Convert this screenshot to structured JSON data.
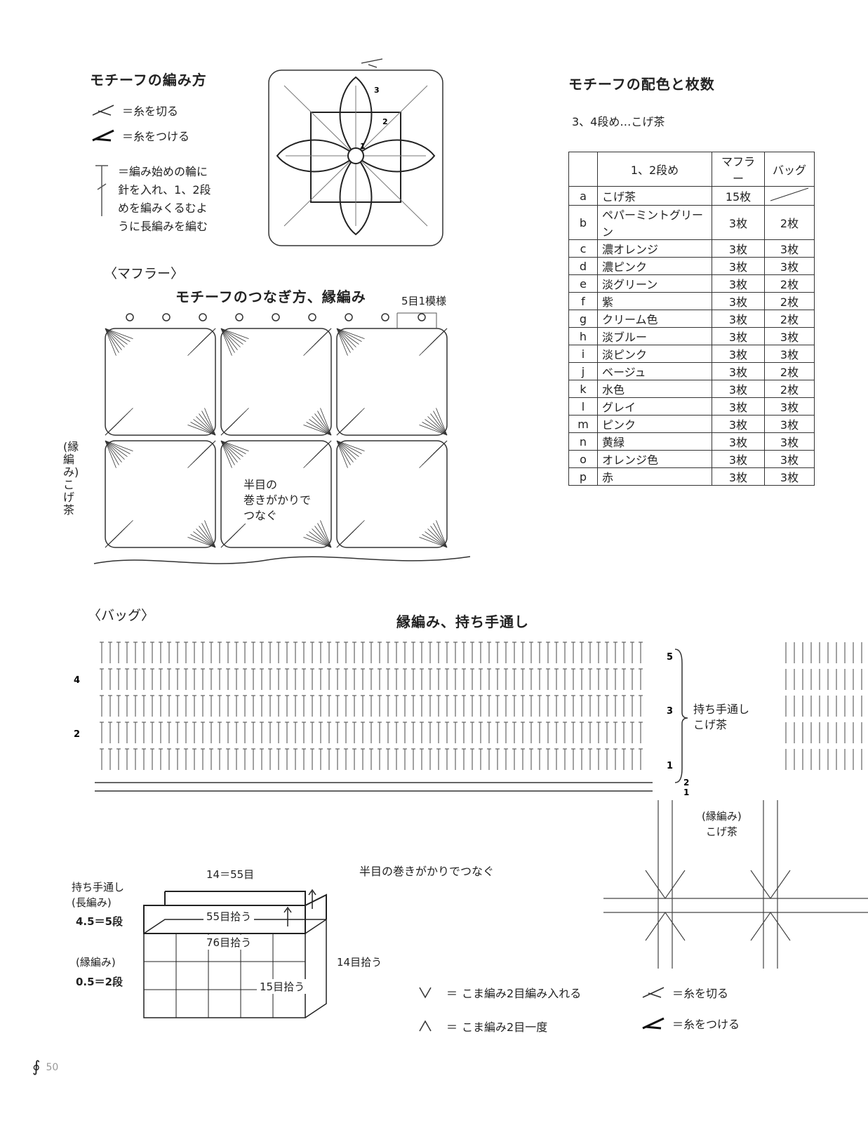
{
  "motif_howto": {
    "title": "モチーフの編み方",
    "legend": [
      {
        "icon": "cut-yarn-icon",
        "text": "＝糸を切る"
      },
      {
        "icon": "join-yarn-icon",
        "text": "＝糸をつける"
      }
    ],
    "ring_note": [
      "＝編み始めの輪に",
      "針を入れ、1、2段",
      "めを編みくるむよ",
      "うに長編みを編む"
    ],
    "row_numbers": [
      "1",
      "2",
      "3"
    ]
  },
  "motif_colors": {
    "title": "モチーフの配色と枚数",
    "subtitle": "3、4段め…こげ茶",
    "table": {
      "headers": [
        "",
        "1、2段め",
        "マフラー",
        "バッグ"
      ],
      "rows": [
        [
          "a",
          "こげ茶",
          "15枚",
          ""
        ],
        [
          "b",
          "ペパーミントグリーン",
          "3枚",
          "2枚"
        ],
        [
          "c",
          "濃オレンジ",
          "3枚",
          "3枚"
        ],
        [
          "d",
          "濃ピンク",
          "3枚",
          "3枚"
        ],
        [
          "e",
          "淡グリーン",
          "3枚",
          "2枚"
        ],
        [
          "f",
          "紫",
          "3枚",
          "2枚"
        ],
        [
          "g",
          "クリーム色",
          "3枚",
          "2枚"
        ],
        [
          "h",
          "淡ブルー",
          "3枚",
          "3枚"
        ],
        [
          "i",
          "淡ピンク",
          "3枚",
          "3枚"
        ],
        [
          "j",
          "ベージュ",
          "3枚",
          "2枚"
        ],
        [
          "k",
          "水色",
          "3枚",
          "2枚"
        ],
        [
          "l",
          "グレイ",
          "3枚",
          "3枚"
        ],
        [
          "m",
          "ピンク",
          "3枚",
          "3枚"
        ],
        [
          "n",
          "黄緑",
          "3枚",
          "3枚"
        ],
        [
          "o",
          "オレンジ色",
          "3枚",
          "3枚"
        ],
        [
          "p",
          "赤",
          "3枚",
          "3枚"
        ]
      ]
    }
  },
  "muffler": {
    "section": "〈マフラー〉",
    "title": "モチーフのつなぎ方、縁編み",
    "repeat_label": "5目1模様",
    "join_note": [
      "半目の",
      "巻きがかりで",
      "つなぐ"
    ],
    "edge_label": "(縁編み)こげ茶"
  },
  "bag": {
    "section": "〈バッグ〉",
    "title": "縁編み、持ち手通し",
    "row_labels": [
      "5",
      "4",
      "3",
      "2",
      "1"
    ],
    "edge_row_labels": [
      "2",
      "1"
    ],
    "handle_label": [
      "持ち手通し",
      "こげ茶"
    ],
    "edge_label": [
      "(縁編み)",
      "こげ茶"
    ],
    "join_note": "半目の巻きがかりでつなぐ"
  },
  "bag_diagram": {
    "handle_label": [
      "持ち手通し",
      "(長編み)"
    ],
    "handle_rows": "4.5＝5段",
    "edge_label": "(縁編み)",
    "edge_rows": "0.5＝2段",
    "top_width": "14＝55目",
    "pick1": "55目拾う",
    "pick2": "76目拾う",
    "pick3": "15目拾う",
    "pick4": "14目拾う"
  },
  "bottom_legend": [
    {
      "icon": "inc-symbol-icon",
      "text": "＝",
      "sub": "こま編み2目編み入れる"
    },
    {
      "icon": "dec-symbol-icon",
      "text": "＝",
      "sub": "こま編み2目一度"
    },
    {
      "icon": "cut-yarn-icon",
      "text": "＝糸を切る"
    },
    {
      "icon": "join-yarn-icon",
      "text": "＝糸をつける"
    }
  ],
  "page_number": "50"
}
